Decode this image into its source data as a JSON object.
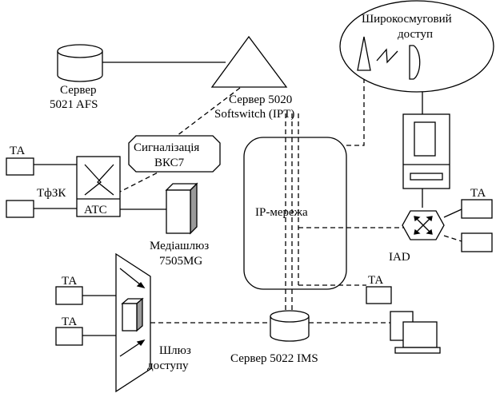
{
  "labels": {
    "server_afs_line1": "Сервер",
    "server_afs_line2": "5021 AFS",
    "softswitch_line1": "Сервер 5020",
    "softswitch_line2": "Softswitch (IPT)",
    "broadband_line1": "Широкосмуговий",
    "broadband_line2": "доступ",
    "signaling_line1": "Сигналізація",
    "signaling_line2": "ВКС7",
    "ta_left": "ТА",
    "pstn": "ТфЗК",
    "ats": "АТС",
    "ip_network": "IP-мережа",
    "ta_right": "ТА",
    "iad": "IAD",
    "media_gw_line1": "Медіашлюз",
    "media_gw_line2": "7505MG",
    "ta_gw_top": "ТА",
    "ta_gw_bottom": "ТА",
    "ta_ip": "ТА",
    "access_gw_line1": "Шлюз",
    "access_gw_line2": "доступу",
    "server_ims": "Сервер 5022 IMS"
  },
  "colors": {
    "stroke": "#000000",
    "background": "#ffffff",
    "shade": "#9a9a9a"
  }
}
